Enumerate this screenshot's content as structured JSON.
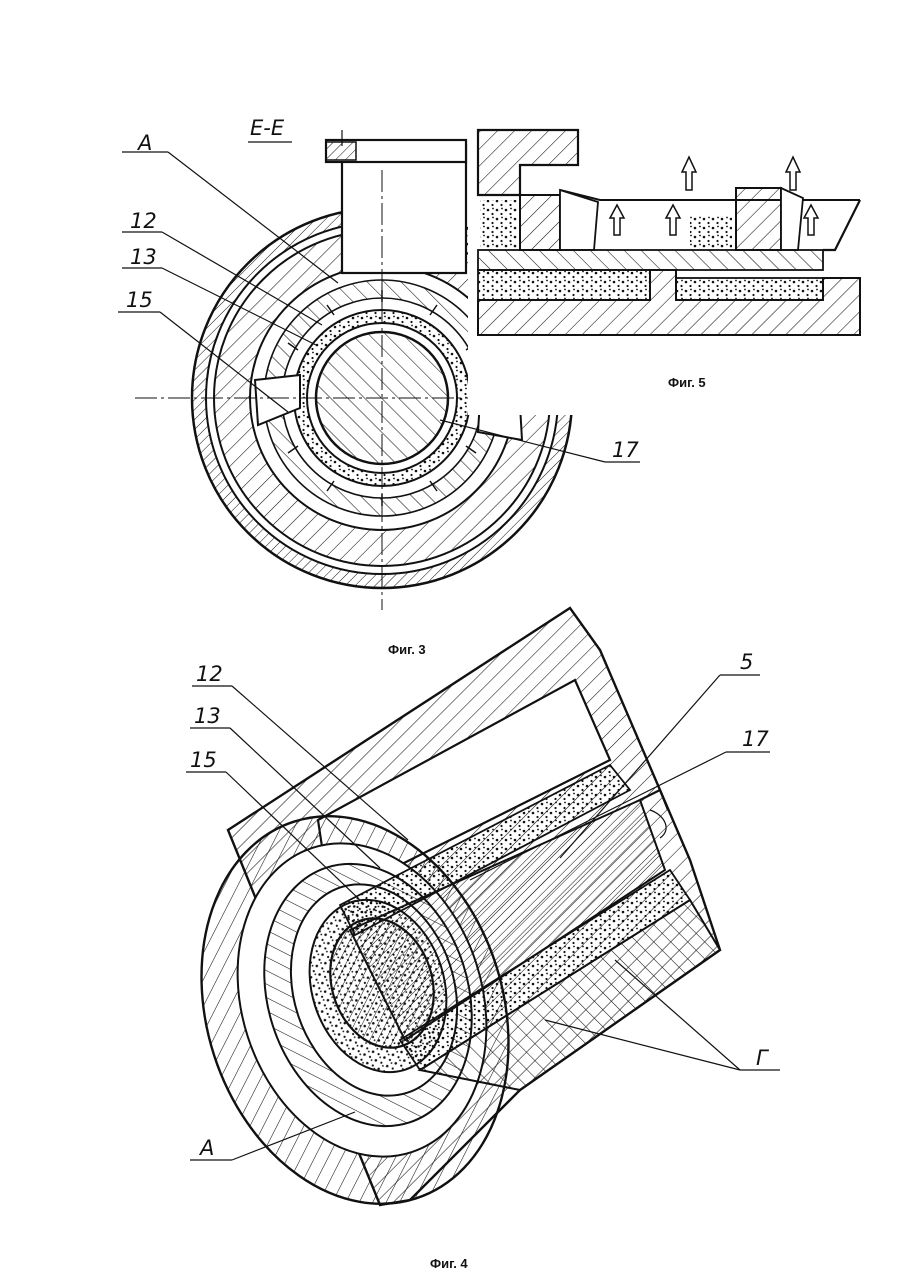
{
  "figures": {
    "fig3": {
      "caption": "Фиг. 3",
      "section_label": "Е-Е",
      "labels": {
        "a": "А",
        "l12": "12",
        "l13": "13",
        "l15": "15",
        "l17": "17"
      }
    },
    "fig4": {
      "caption": "Фиг. 4",
      "labels": {
        "l12": "12",
        "l13": "13",
        "l15": "15",
        "l5": "5",
        "l17": "17",
        "a": "А",
        "g": "Г"
      }
    },
    "fig5": {
      "caption": "Фиг. 5"
    }
  }
}
